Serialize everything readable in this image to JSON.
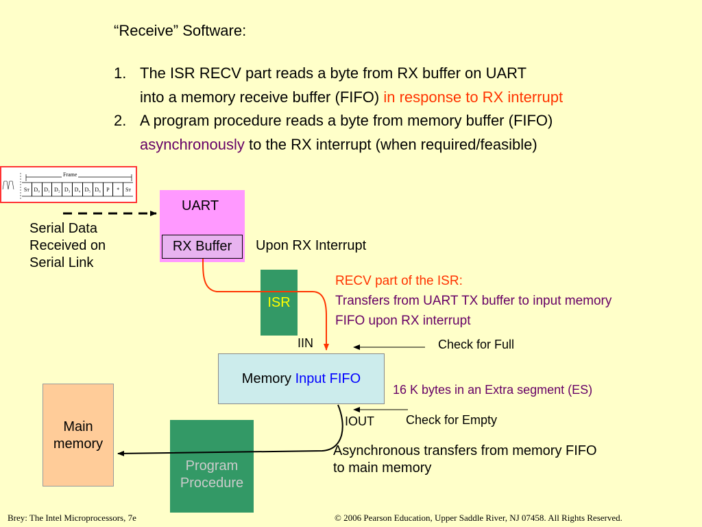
{
  "heading": "“Receive” Software:",
  "steps": [
    {
      "num": "1.",
      "line1": "The ISR RECV part reads a byte from RX buffer on UART",
      "line2_normal": "into a memory receive buffer (FIFO)",
      "line2_highlight": "in response to RX interrupt"
    },
    {
      "num": "2.",
      "line1": "A program procedure reads a byte from memory buffer (FIFO)",
      "line2_highlight": "asynchronously",
      "line2_normal": "to the RX interrupt (when required/feasible)"
    }
  ],
  "frame_strip": {
    "frame_label": "Frame",
    "cells": [
      "Sᴛ",
      "D₀",
      "D₁",
      "D₂",
      "D₃",
      "D₄",
      "D₅",
      "D₆",
      "P",
      "*",
      "Sᴛ"
    ]
  },
  "diagram": {
    "serial_label": [
      "Serial Data",
      "Received on",
      "Serial Link"
    ],
    "uart_label": "UART",
    "rx_buffer_label": "RX Buffer",
    "upon_rx_label": "Upon RX Interrupt",
    "isr_label": "ISR",
    "recv_title": "RECV part of the ISR:",
    "recv_desc_1": "Transfers from UART TX buffer to input memory",
    "recv_desc_2": "FIFO upon RX interrupt",
    "iin_label": "IIN",
    "check_full_label": "Check for Full",
    "fifo_label_prefix": "Memory",
    "fifo_label_highlight": "Input FIFO",
    "es_label": "16 K bytes in an Extra segment (ES)",
    "iout_label": "IOUT",
    "check_empty_label": "Check for Empty",
    "main_memory_label": [
      "Main",
      "memory"
    ],
    "program_procedure_label": [
      "Program",
      "Procedure"
    ],
    "async_label": [
      "Asynchronous transfers from memory FIFO",
      "to main memory"
    ]
  },
  "colors": {
    "background": "#ffffc9",
    "uart_box": "#ff99ff",
    "rx_buffer_box": "#e8b3f0",
    "isr_box": "#339966",
    "fifo_box": "#ccecec",
    "main_memory_box": "#ffcc99",
    "program_box": "#339966",
    "red_text": "#ff3300",
    "purple_text": "#660066",
    "isr_text": "#ffff00",
    "program_text": "#cccccc"
  },
  "footer": {
    "left": "Brey: The Intel Microprocessors, 7e",
    "right": "© 2006 Pearson Education, Upper Saddle River, NJ 07458. All Rights Reserved."
  }
}
